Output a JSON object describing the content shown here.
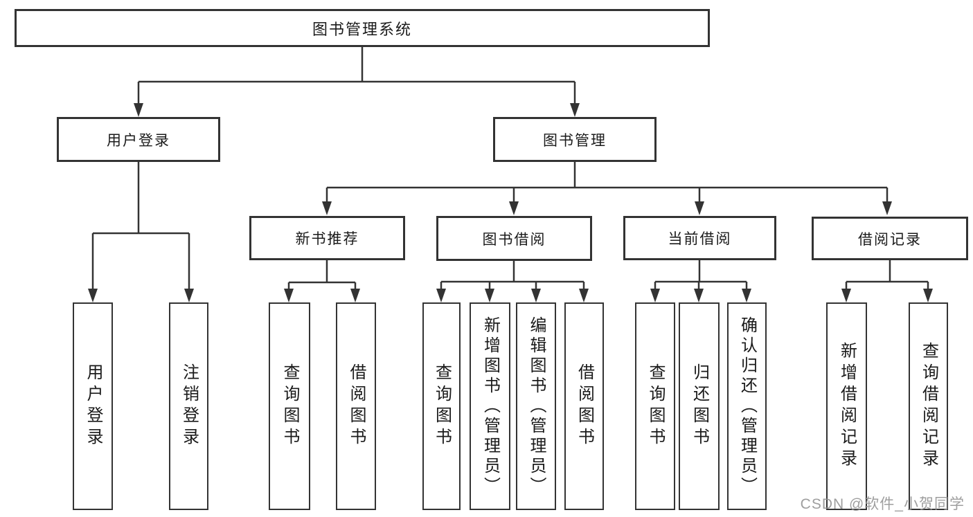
{
  "colors": {
    "line": "#333333",
    "box_border": "#333333",
    "box_background": "#ffffff",
    "text": "#1a1a1a",
    "watermark": "#949494"
  },
  "watermark": {
    "text": "CSDN @软件_小贺同学"
  },
  "root": {
    "label": "图书管理系统",
    "children": {
      "user_login": {
        "label": "用户登录",
        "children": {
          "login": {
            "label": "用户登录"
          },
          "logout": {
            "label": "注销登录"
          }
        }
      },
      "book_mgmt": {
        "label": "图书管理",
        "children": {
          "new_book": {
            "label": "新书推荐",
            "children": {
              "query": {
                "label": "查询图书"
              },
              "borrow": {
                "label": "借阅图书"
              }
            }
          },
          "borrow": {
            "label": "图书借阅",
            "children": {
              "query": {
                "label": "查询图书"
              },
              "add": {
                "label": "新增图书（管理员）"
              },
              "edit": {
                "label": "编辑图书（管理员）"
              },
              "borrow": {
                "label": "借阅图书"
              }
            }
          },
          "current": {
            "label": "当前借阅",
            "children": {
              "query": {
                "label": "查询图书"
              },
              "return": {
                "label": "归还图书"
              },
              "confirm": {
                "label": "确认归还（管理员）"
              }
            }
          },
          "records": {
            "label": "借阅记录",
            "children": {
              "add": {
                "label": "新增借阅记录"
              },
              "query": {
                "label": "查询借阅记录"
              }
            }
          }
        }
      }
    }
  }
}
